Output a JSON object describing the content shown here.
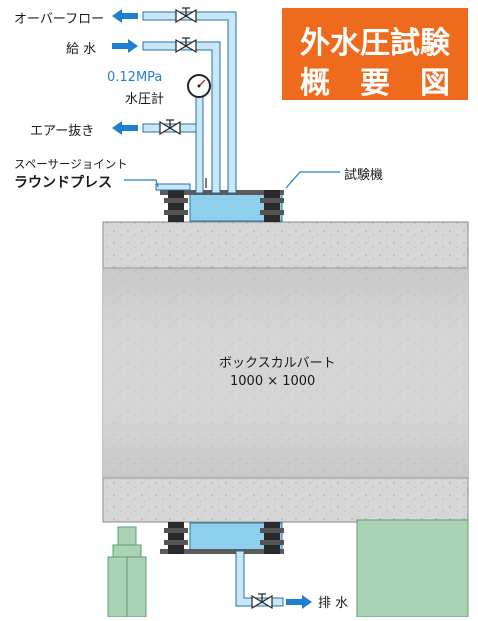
{
  "title": {
    "line1": "外水圧試験",
    "line2": "概　要　図"
  },
  "labels": {
    "overflow": "オーバーフロー",
    "water_supply": "給 水",
    "pressure_value": "0.12MPa",
    "pressure_gauge": "水圧計",
    "air_vent": "エアー抜き",
    "spacer_joint": "スペーサージョイント",
    "round_press": "ラウンドプレス",
    "tester": "試験機",
    "culvert_name": "ボックスカルバート",
    "culvert_size": "1000 × 1000",
    "drain": "排 水"
  },
  "colors": {
    "title_bg": "#ee6a1c",
    "arrow_blue": "#1e7fd0",
    "water_blue": "#8fd0ee",
    "pipe_blue": "#c8e8f7",
    "concrete": "#d6d6d6",
    "concrete_dark": "#b5b5b5",
    "machine_green": "#a9d3b4",
    "pressure_text": "#2a7fcf"
  },
  "icons": [
    "arrow-left-icon",
    "arrow-right-icon",
    "valve-icon",
    "pressure-gauge-icon",
    "bolt-icon"
  ]
}
